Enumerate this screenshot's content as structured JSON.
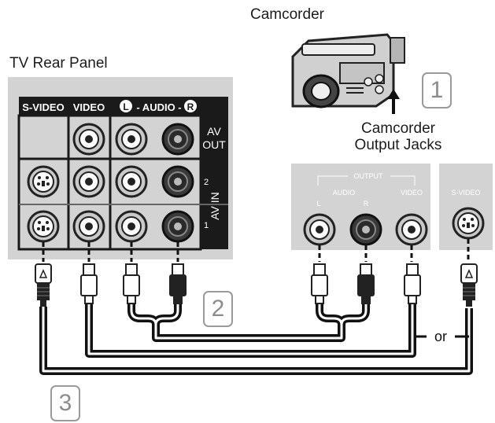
{
  "titles": {
    "camcorder": "Camcorder",
    "tv_rear_panel": "TV Rear Panel",
    "camcorder_output_jacks_line1": "Camcorder",
    "camcorder_output_jacks_line2": "Output Jacks"
  },
  "tv_panel": {
    "s_video": "S-VIDEO",
    "video": "VIDEO",
    "audio_left_badge": "L",
    "audio": "- AUDIO -",
    "audio_right_badge": "R",
    "av_out_line1": "AV",
    "av_out_line2": "OUT",
    "av_in": "AV IN",
    "row2": "2",
    "row1": "1"
  },
  "camcorder_panel": {
    "output": "OUTPUT",
    "audio": "AUDIO",
    "left": "L",
    "right": "R",
    "video": "VIDEO",
    "s_video": "S-VIDEO"
  },
  "steps": {
    "step1": "1",
    "step2": "2",
    "step3": "3"
  },
  "or_label": "or",
  "colors": {
    "panel": "#d3d3d3",
    "dark": "#1a1a1a",
    "step_border": "#9a9a9a"
  }
}
